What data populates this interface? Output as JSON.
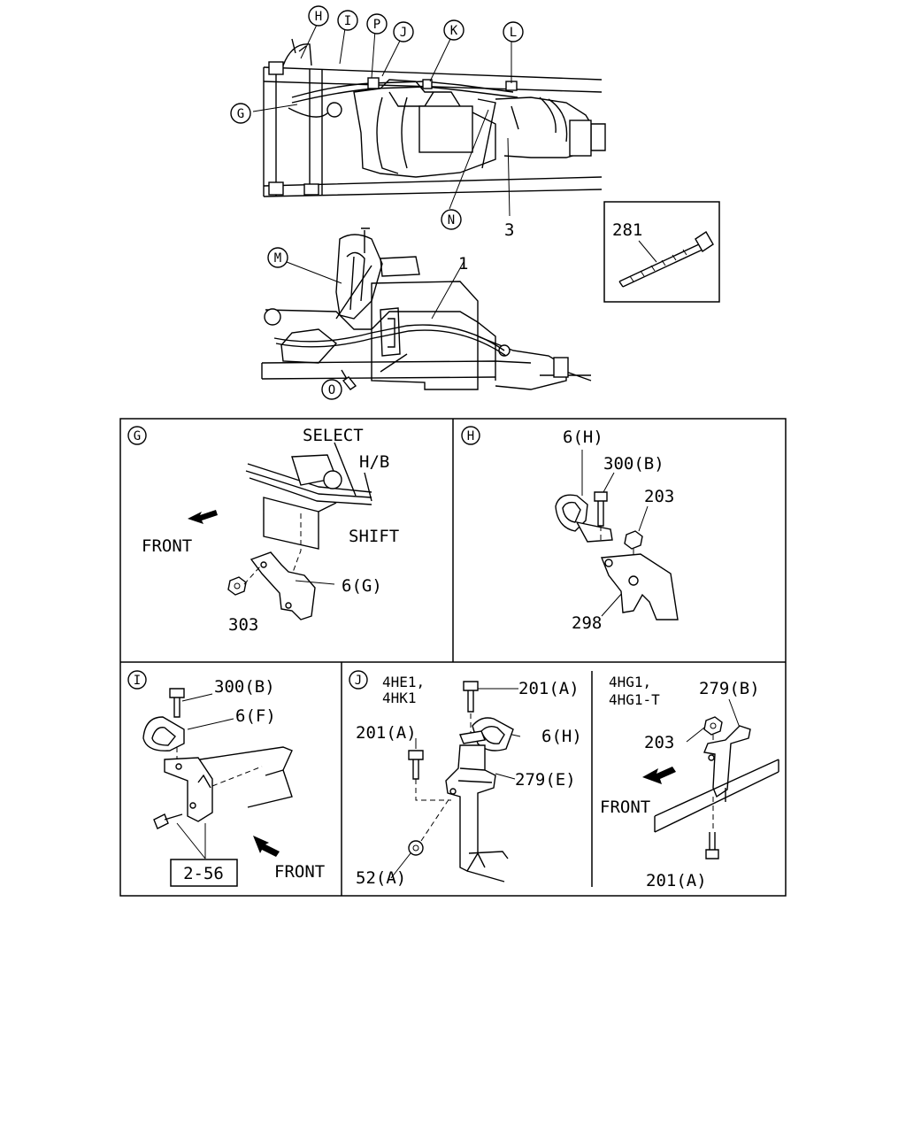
{
  "overview": {
    "top_callouts": [
      "H",
      "I",
      "P",
      "J",
      "K",
      "L",
      "G",
      "N"
    ],
    "bottom_callouts": [
      "M",
      "O"
    ],
    "numbers": {
      "n3": "3",
      "n1": "1",
      "n281": "281"
    }
  },
  "panels": {
    "g": {
      "letter": "G",
      "labels": {
        "select": "SELECT",
        "hb": "H/B",
        "shift": "SHIFT",
        "front": "FRONT",
        "p6g": "6(G)",
        "p303": "303"
      }
    },
    "h": {
      "letter": "H",
      "labels": {
        "p6h": "6(H)",
        "p300b": "300(B)",
        "p203": "203",
        "p298": "298"
      }
    },
    "i": {
      "letter": "I",
      "labels": {
        "p300b": "300(B)",
        "p6f": "6(F)",
        "ref": "2-56",
        "front": "FRONT"
      }
    },
    "j": {
      "letter": "J",
      "engine_a1": "4HE1,",
      "engine_a2": "4HK1",
      "labels": {
        "p201a_top": "201(A)",
        "p201a_left": "201(A)",
        "p6h": "6(H)",
        "p279e": "279(E)",
        "p52a": "52(A)"
      },
      "engine_b1": "4HG1,",
      "engine_b2": "4HG1-T",
      "labels_b": {
        "p279b": "279(B)",
        "p203": "203",
        "front": "FRONT",
        "p201a": "201(A)"
      }
    }
  }
}
